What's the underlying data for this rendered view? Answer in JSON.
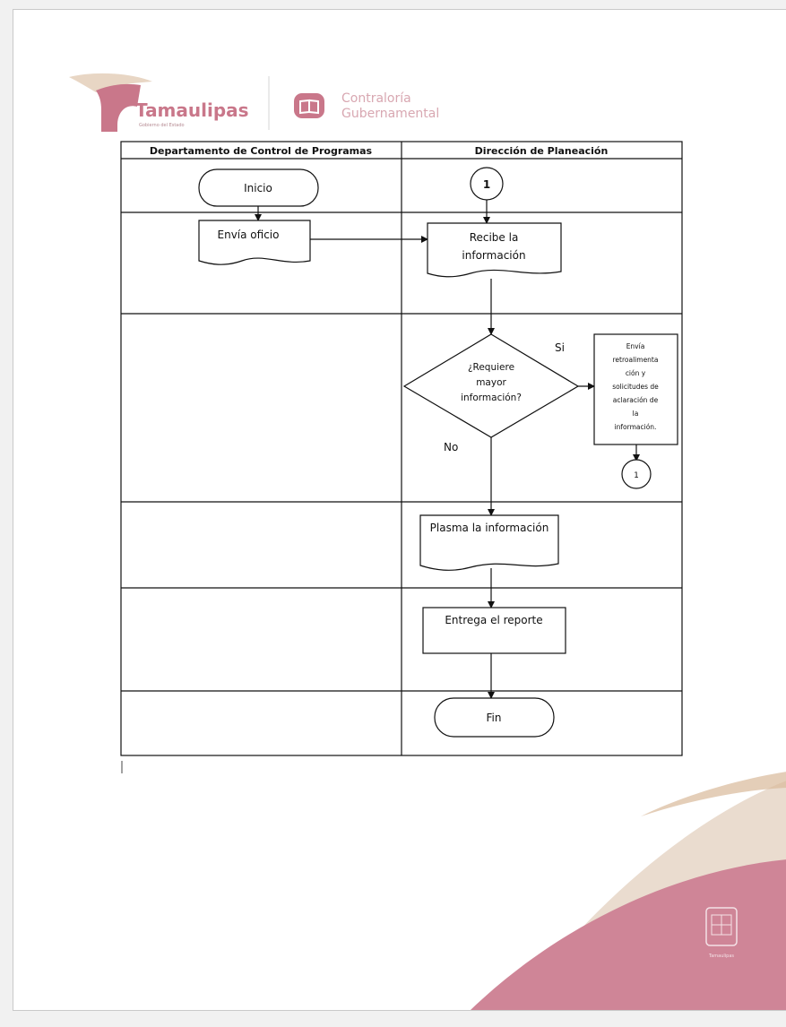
{
  "header": {
    "logo_main": "Tamaulipas",
    "logo_sub": "Gobierno del Estado",
    "logo2_line1": "Contraloría",
    "logo2_line2": "Gubernamental"
  },
  "lanes": {
    "left_title": "Departamento de Control de Programas",
    "right_title": "Dirección de Planeación"
  },
  "nodes": {
    "inicio": "Inicio",
    "connector_top": "1",
    "envia_oficio": "Envía oficio",
    "recibe_1": "Recibe la",
    "recibe_2": "información",
    "decision_1": "¿Requiere",
    "decision_2": "mayor",
    "decision_3": "información?",
    "label_si": "Si",
    "label_no": "No",
    "retro_1": "Envía",
    "retro_2": "retroalimenta",
    "retro_3": "ción y",
    "retro_4": "solicitudes de",
    "retro_5": "aclaración de",
    "retro_6": "la",
    "retro_7": "información.",
    "connector_bottom": "1",
    "plasma": "Plasma la información",
    "entrega": "Entrega el reporte",
    "fin": "Fin"
  },
  "footer": {
    "seal_text": "Tamaulipas"
  },
  "colors": {
    "brand_pink": "#c9778a",
    "brand_beige": "#e8d6c4",
    "brand_gold": "#d9b99a"
  }
}
